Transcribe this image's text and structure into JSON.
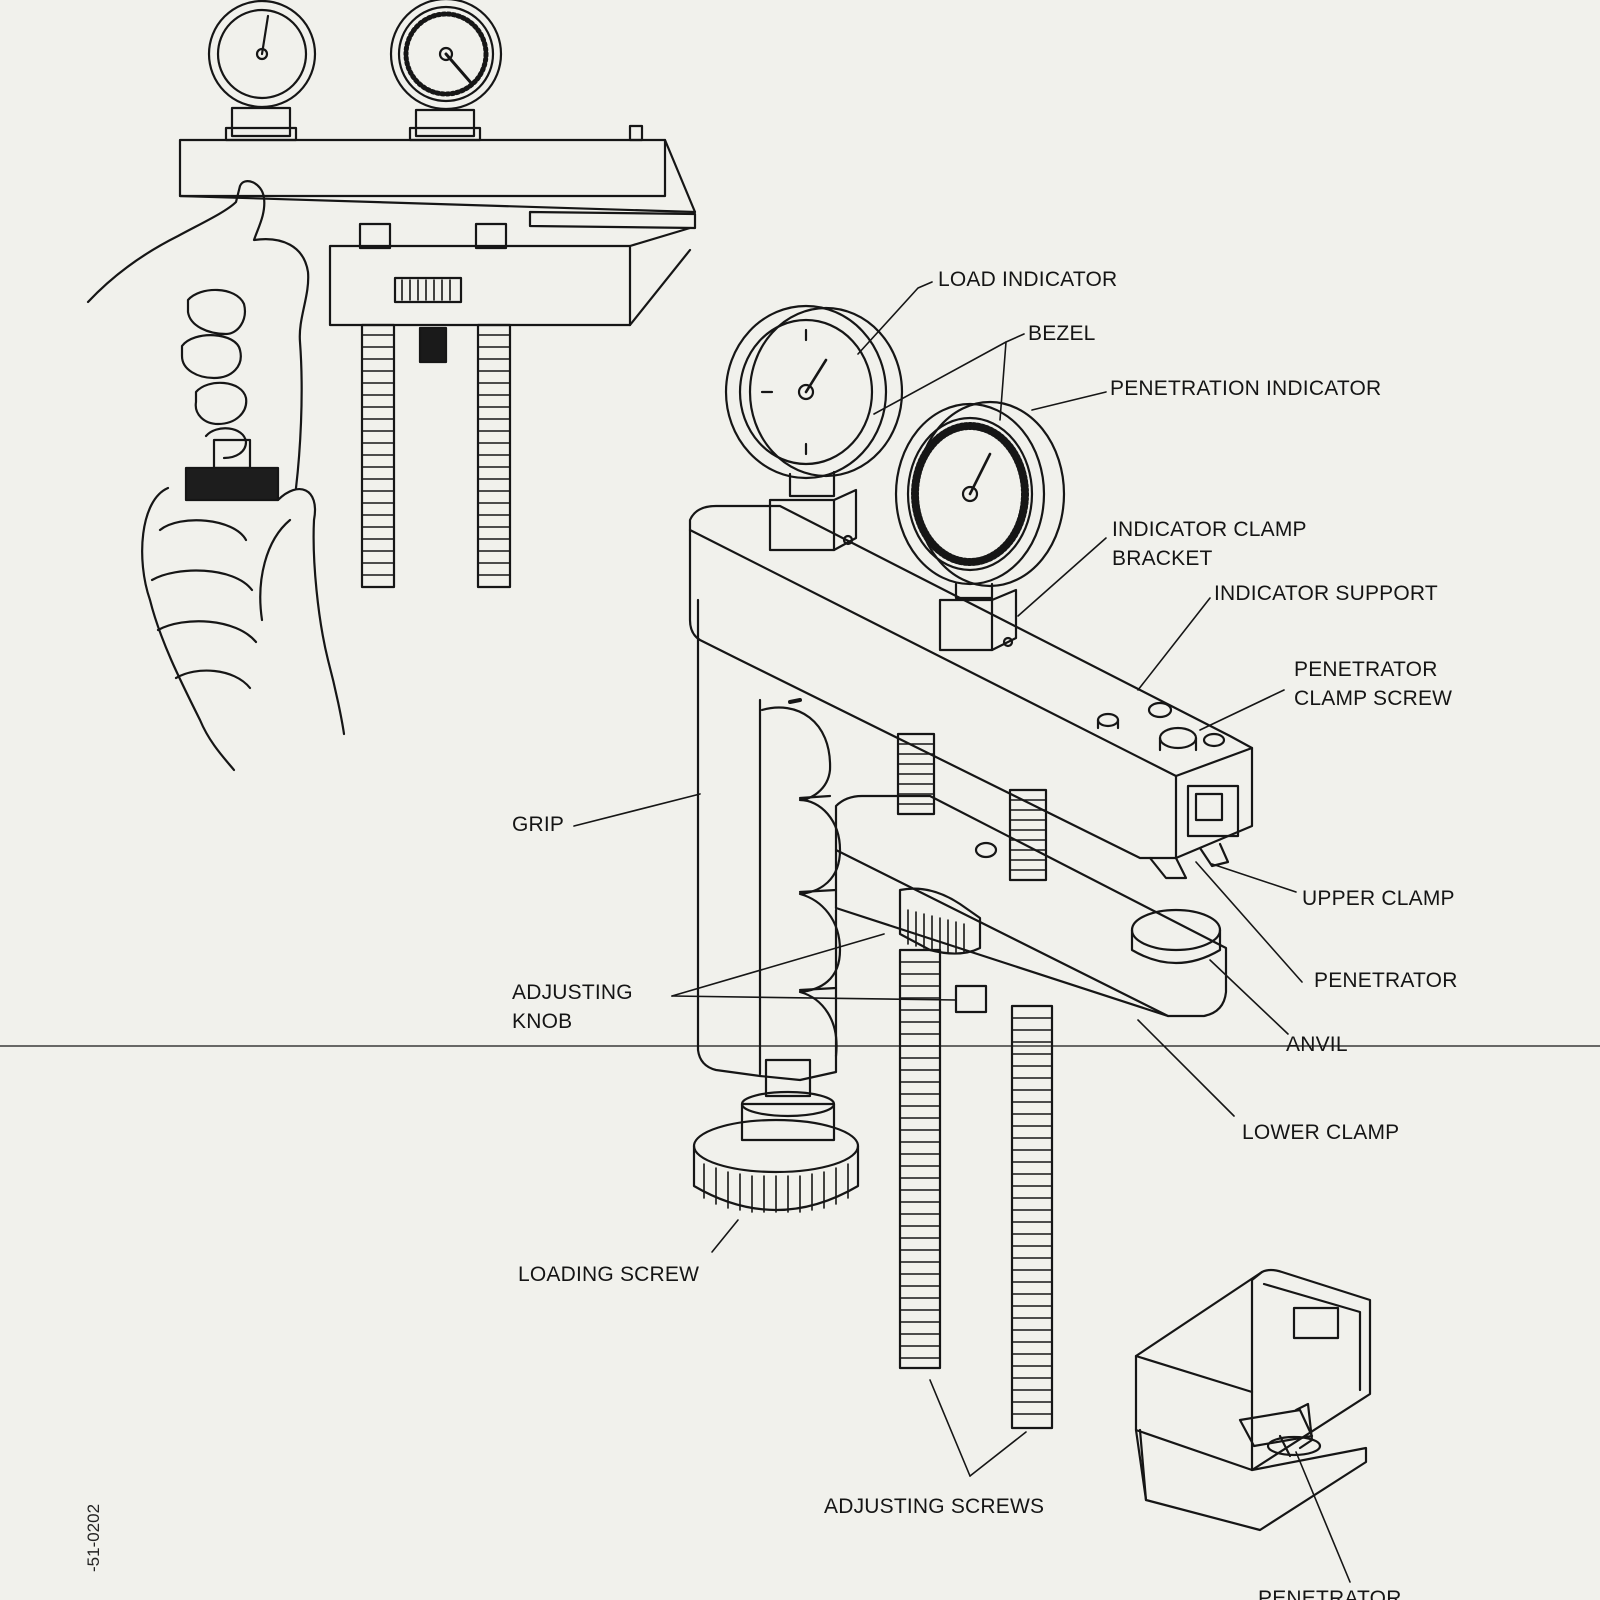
{
  "figure_code": "-51-0202",
  "labels": {
    "load_indicator": "LOAD INDICATOR",
    "bezel": "BEZEL",
    "penetration_indicator": "PENETRATION INDICATOR",
    "indicator_clamp_bracket": [
      "INDICATOR CLAMP",
      "BRACKET"
    ],
    "indicator_support": "INDICATOR SUPPORT",
    "penetrator_clamp_screw": [
      "PENETRATOR",
      "CLAMP SCREW"
    ],
    "grip": "GRIP",
    "upper_clamp": "UPPER CLAMP",
    "penetrator": "PENETRATOR",
    "adjusting_knob": [
      "ADJUSTING",
      "KNOB"
    ],
    "anvil": "ANVIL",
    "lower_clamp": "LOWER CLAMP",
    "loading_screw": "LOADING SCREW",
    "adjusting_screws": "ADJUSTING SCREWS",
    "penetrator_detail": "PENETRATOR"
  },
  "colors": {
    "paper": "#f1f1ec",
    "ink": "#151515"
  }
}
